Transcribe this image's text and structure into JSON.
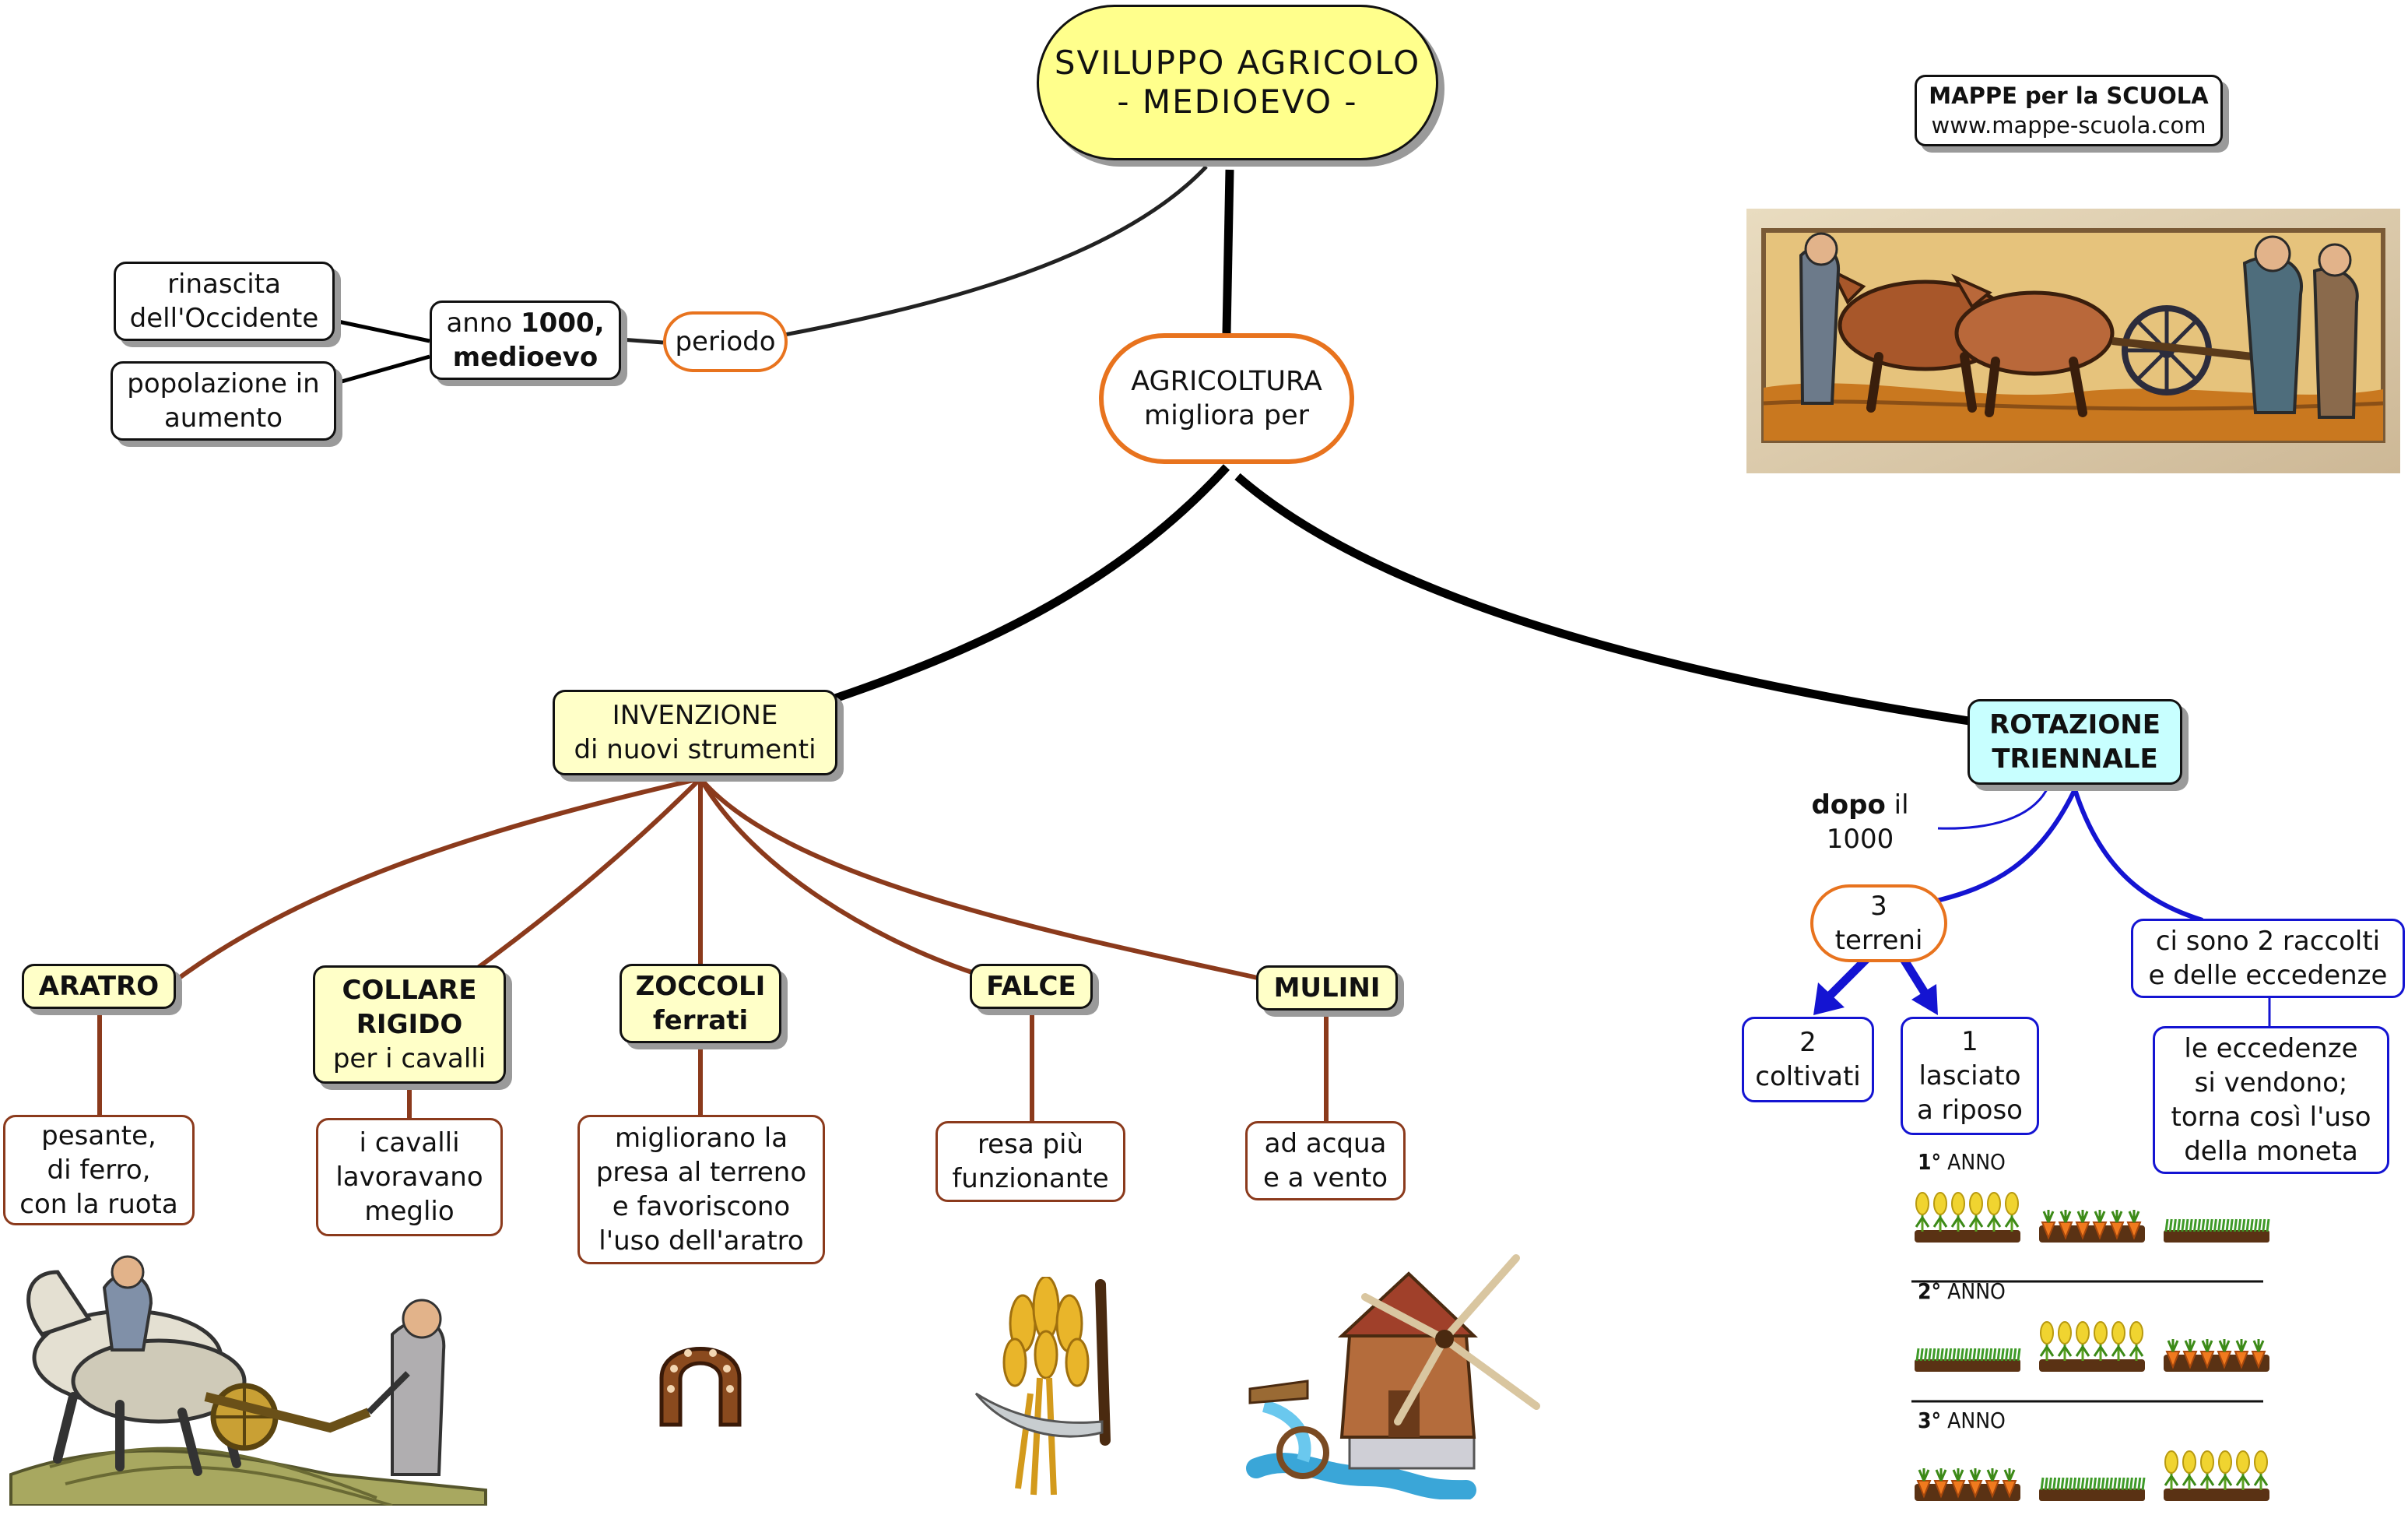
{
  "title": {
    "line1": "SVILUPPO AGRICOLO",
    "line2": "- MEDIOEVO -"
  },
  "brand": {
    "name": "MAPPE per la SCUOLA",
    "url": "www.mappe-scuola.com"
  },
  "period": {
    "label": "periodo",
    "year_prefix": "anno ",
    "year_bold": "1000,",
    "year_line2": "medioevo",
    "facts": [
      {
        "line1": "rinascita",
        "line2": "dell'Occidente"
      },
      {
        "line1": "popolazione in",
        "line2": "aumento"
      }
    ]
  },
  "agricoltura": {
    "line1": "AGRICOLTURA",
    "line2": "migliora per"
  },
  "invenzione": {
    "line1": "INVENZIONE",
    "line2": "di nuovi strumenti"
  },
  "tools": [
    {
      "name": "ARATRO",
      "detail": [
        "pesante,",
        "di ferro,",
        "con la ruota"
      ]
    },
    {
      "name_lines": [
        "COLLARE",
        "RIGIDO"
      ],
      "name_suffix": "per i cavalli",
      "detail": [
        "i cavalli",
        "lavoravano",
        "meglio"
      ]
    },
    {
      "name_lines": [
        "ZOCCOLI",
        "ferrati"
      ],
      "detail": [
        "migliorano la",
        "presa al terreno",
        "e favoriscono",
        "l'uso dell'aratro"
      ]
    },
    {
      "name": "FALCE",
      "detail": [
        "resa più",
        "funzionante"
      ]
    },
    {
      "name": "MULINI",
      "detail": [
        "ad acqua",
        "e a vento"
      ]
    }
  ],
  "rotazione": {
    "line1": "ROTAZIONE",
    "line2": "TRIENNALE",
    "note_bold": "dopo",
    "note_rest": " il",
    "note_line2": "1000",
    "terreni": {
      "line1": "3",
      "line2": "terreni"
    },
    "coltivati": {
      "line1": "2",
      "line2": "coltivati"
    },
    "riposo": {
      "line1": "1",
      "line2": "lasciato",
      "line3": "a riposo"
    },
    "raccolti": {
      "line1": "ci sono 2 raccolti",
      "line2": "e delle eccedenze"
    },
    "eccedenze": [
      "le eccedenze",
      "si vendono;",
      "torna così l'uso",
      "della moneta"
    ]
  },
  "years": [
    {
      "num": "1°",
      "label": "ANNO",
      "plots": [
        "wheat",
        "carrots",
        "grass"
      ]
    },
    {
      "num": "2°",
      "label": "ANNO",
      "plots": [
        "grass",
        "wheat",
        "carrots"
      ]
    },
    {
      "num": "3°",
      "label": "ANNO",
      "plots": [
        "carrots",
        "grass",
        "wheat"
      ]
    }
  ],
  "colors": {
    "title_fill": "#ffff8c",
    "tool_fill": "#ffffc8",
    "rotation_fill": "#c8ffff",
    "orange_border": "#e8731e",
    "brown_line": "#8b3a1c",
    "blue_line": "#1414d2"
  },
  "icons": [
    "ox-plough-miniature",
    "horses-plough-illustration",
    "horseshoe-icon",
    "wheat-sickle-icon",
    "windmill-icon"
  ]
}
